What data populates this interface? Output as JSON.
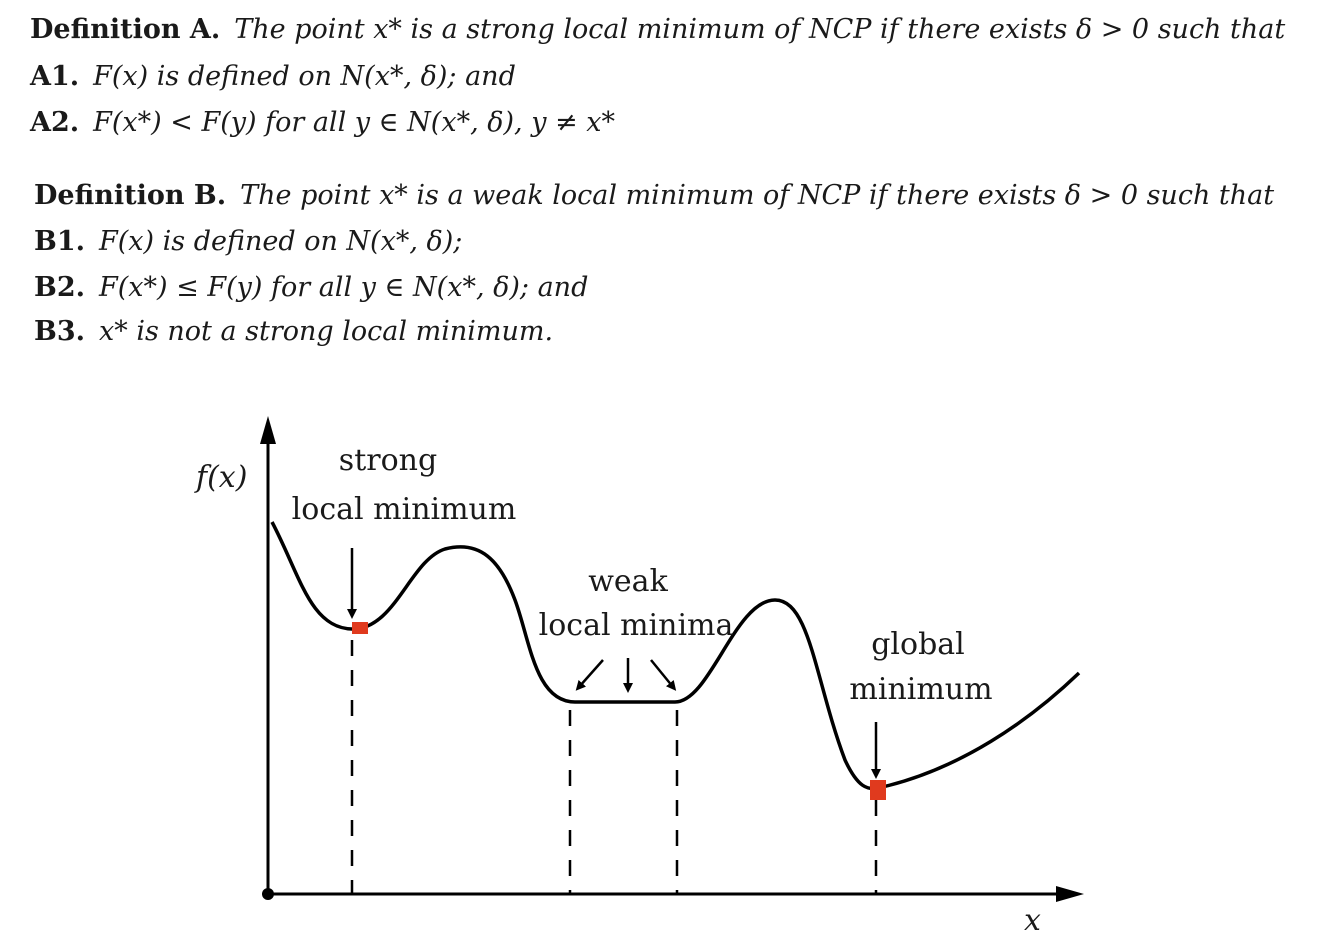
{
  "definitions": {
    "a": {
      "heading_label": "Definition A.",
      "heading_text": "The point x* is a strong local minimum of NCP if there exists δ > 0 such that",
      "items": [
        {
          "label": "A1.",
          "text": "F(x) is defined on N(x*, δ); and"
        },
        {
          "label": "A2.",
          "text": "F(x*) < F(y) for all y ∈ N(x*, δ), y ≠ x*"
        }
      ]
    },
    "b": {
      "heading_label": "Definition B.",
      "heading_text": "The point x* is a weak local minimum of NCP if there exists δ > 0 such that",
      "items": [
        {
          "label": "B1.",
          "text": "F(x) is defined on N(x*, δ);"
        },
        {
          "label": "B2.",
          "text": "F(x*) ≤ F(y) for all y ∈ N(x*, δ); and"
        },
        {
          "label": "B3.",
          "text": "x* is not a strong local minimum."
        }
      ]
    }
  },
  "figure": {
    "y_axis_label": "f(x)",
    "x_axis_label": "x",
    "annotations": {
      "strong_line1": "strong",
      "strong_line2": "local minimum",
      "weak_line1": "weak",
      "weak_line2": "local minima",
      "global_line1": "global",
      "global_line2": "minimum"
    },
    "marker_color": "#e03a1e",
    "curve_color": "#000000"
  }
}
